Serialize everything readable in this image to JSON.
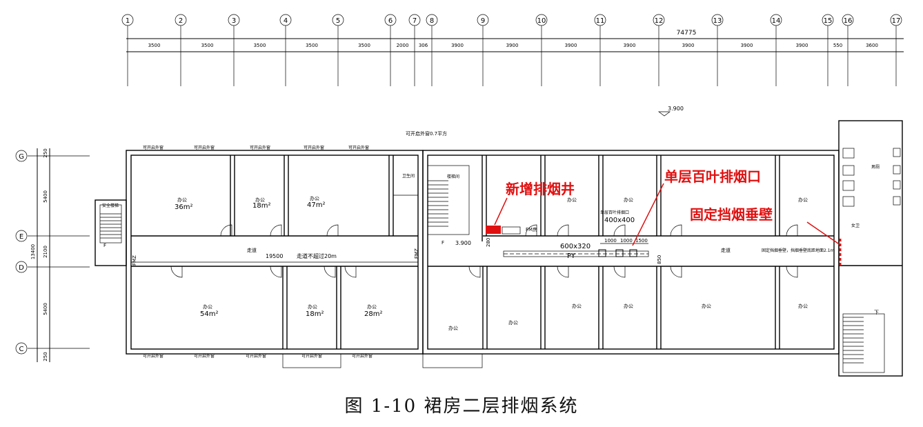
{
  "axes_top": [
    "1",
    "2",
    "3",
    "4",
    "5",
    "6",
    "7",
    "8",
    "9",
    "10",
    "11",
    "12",
    "13",
    "14",
    "15",
    "16",
    "17"
  ],
  "axes_left": [
    "G",
    "E",
    "D",
    "C"
  ],
  "total_dim": "74775",
  "dims_top": [
    "3500",
    "3500",
    "3500",
    "3500",
    "3500",
    "2000",
    "306",
    "3900",
    "3900",
    "3900",
    "3900",
    "3900",
    "3900",
    "3900",
    "550",
    "3600"
  ],
  "dims_left": [
    "250",
    "5400",
    "2100",
    "5400",
    "250",
    "13400"
  ],
  "level_mark": "3.900",
  "window_label": "可开启外窗",
  "window_top_note": "可开启外窗0.7平方",
  "rooms": {
    "office": "办公",
    "area_36": "36m²",
    "area_18": "18m²",
    "area_47": "47m²",
    "area_54": "54m²",
    "area_18b": "18m²",
    "area_28": "28m²",
    "corridor": "走道",
    "stair": "楼梯间",
    "safety_stair": "安全楼梯",
    "wc": "卫生间",
    "fm_room": "FM房",
    "toilet": "男厕",
    "toilet_f": "女卫"
  },
  "corridor_len": "19500",
  "corridor_note": "走道不超过20m",
  "duct_size": "600x320",
  "py": "PY",
  "vent_size": "400x400",
  "vent_note": "单层百叶排烟口",
  "vent_dims": [
    "1000",
    "1000",
    "1500"
  ],
  "dim_850": "850",
  "dim_280": "280",
  "fmz": "FMZ",
  "stair_up": "下",
  "stair_f": "F",
  "wall_note": "固定挡烟垂壁，挡烟垂壁底距地面2.1m",
  "callouts": {
    "new_shaft": "新增排烟井",
    "louver": "单层百叶排烟口",
    "smoke_wall": "固定挡烟垂壁"
  },
  "caption": "图 1-10   裙房二层排烟系统",
  "colors": {
    "annotation": "#e01010",
    "line": "#000000"
  }
}
